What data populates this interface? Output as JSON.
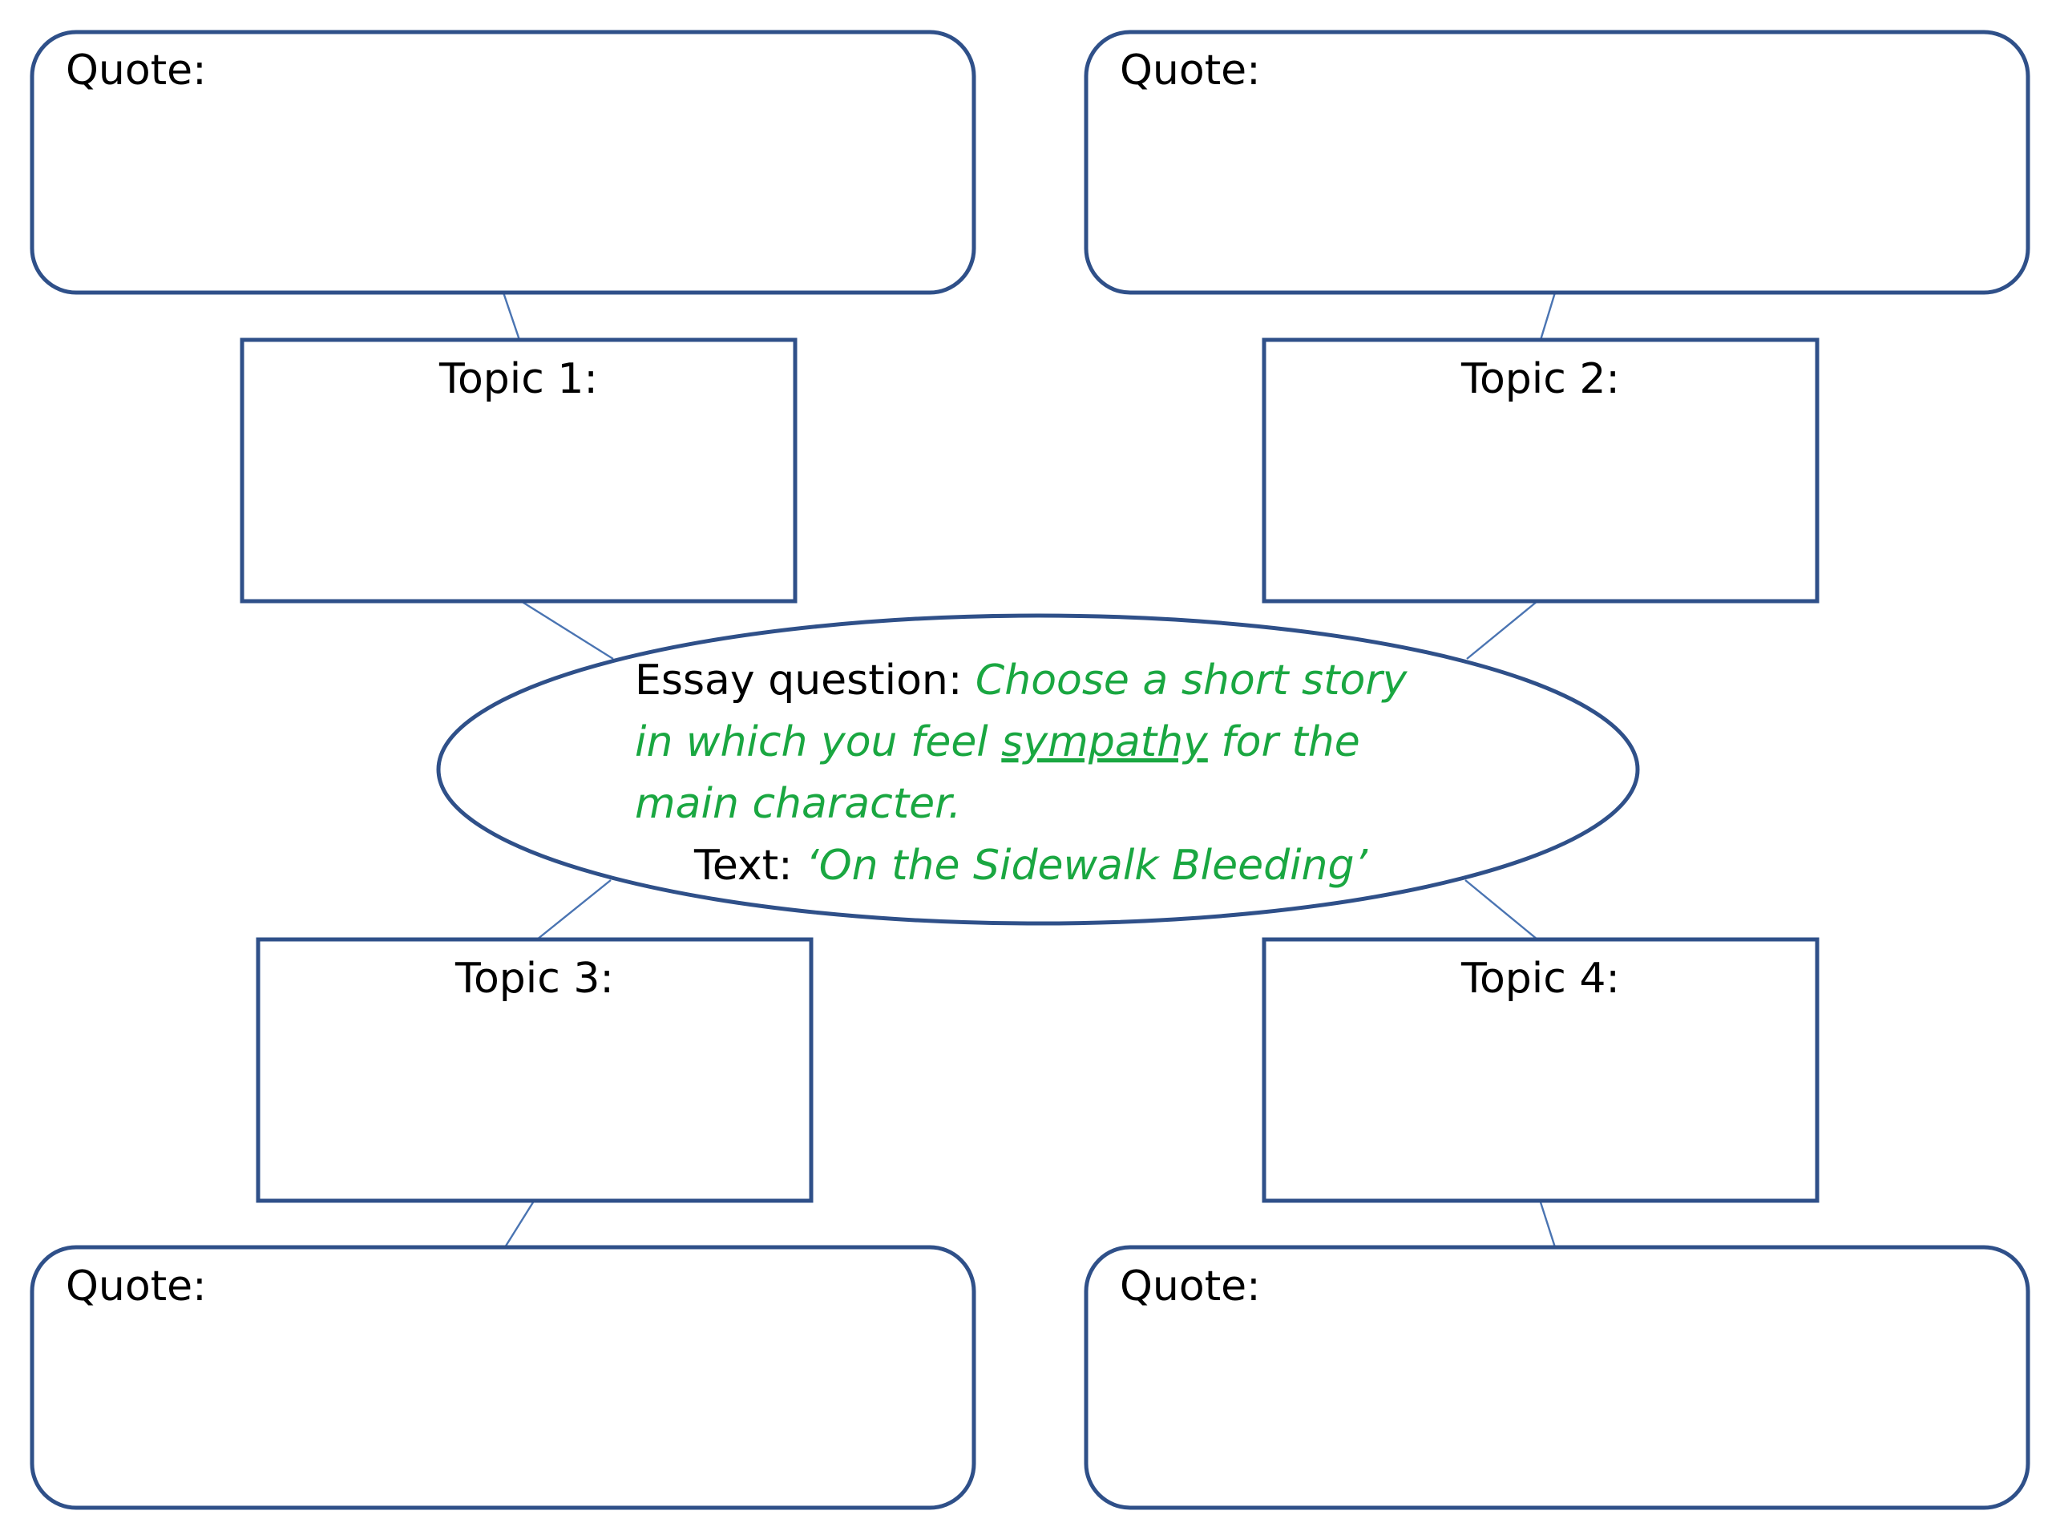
{
  "colors": {
    "box_stroke": "#2f5089",
    "connector": "#4a74b2",
    "accent_text": "#1aa741",
    "text": "#000000"
  },
  "quotes": [
    {
      "label": "Quote:"
    },
    {
      "label": "Quote:"
    },
    {
      "label": "Quote:"
    },
    {
      "label": "Quote:"
    }
  ],
  "topics": [
    {
      "label": "Topic 1:"
    },
    {
      "label": "Topic 2:"
    },
    {
      "label": "Topic 3:"
    },
    {
      "label": "Topic 4:"
    }
  ],
  "center": {
    "essay_prefix": "Essay question: ",
    "essay_line1": "Choose a short story",
    "essay_line2_a": "in which you feel ",
    "essay_line2_underlined": "sympathy",
    "essay_line2_b": " for the",
    "essay_line3": "main character.",
    "text_prefix": "Text: ",
    "text_title": "‘On the Sidewalk Bleeding’"
  }
}
